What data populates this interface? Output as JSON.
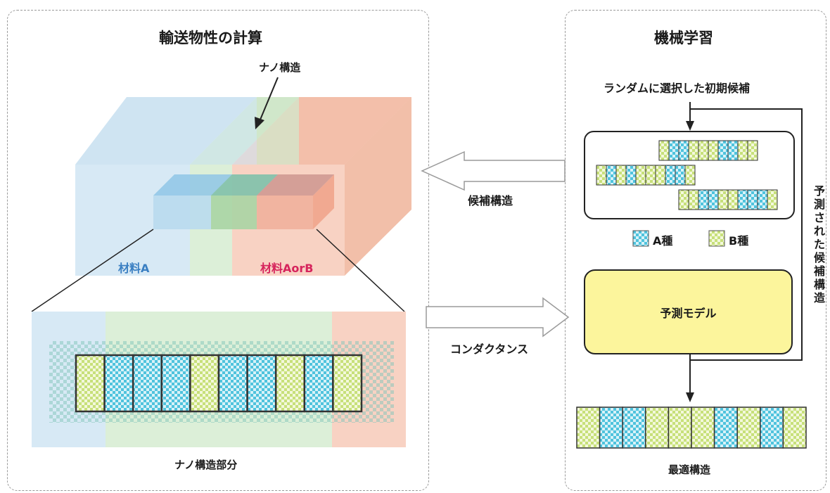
{
  "left": {
    "title": "輸送物性の計算",
    "nano_label": "ナノ構造",
    "material_a": "材料A",
    "material_aorb": "材料AorB",
    "nano_part": "ナノ構造部分"
  },
  "right": {
    "title": "機械学習",
    "random_label": "ランダムに選択した初期候補",
    "legend_a": "A種",
    "legend_b": "B種",
    "model_label": "予測モデル",
    "optimal_label": "最適構造",
    "predicted_label_chars": [
      "予",
      "測",
      "さ",
      "れ",
      "た",
      "候",
      "補",
      "構",
      "造"
    ]
  },
  "middle": {
    "candidate_label": "候補構造",
    "conductance_label": "コンダクタンス"
  },
  "colors": {
    "type_a": "#4fc3dd",
    "type_b": "#c7e07a",
    "material_a_text": "#3a7fc2",
    "material_aorb_text": "#d6245c",
    "model_fill": "#fcf59c"
  },
  "sequences": {
    "candidate_rows": [
      [
        "B",
        "A",
        "A",
        "B",
        "B",
        "B",
        "A",
        "A",
        "B",
        "B"
      ],
      [
        "B",
        "A",
        "B",
        "A",
        "B",
        "B",
        "B",
        "A",
        "A",
        "B"
      ],
      [
        "B",
        "B",
        "A",
        "A",
        "B",
        "B",
        "A",
        "A",
        "A",
        "B"
      ]
    ],
    "nano_sequence": [
      "B",
      "A",
      "A",
      "A",
      "B",
      "A",
      "A",
      "B",
      "A",
      "B"
    ],
    "optimal_sequence": [
      "B",
      "A",
      "A",
      "B",
      "B",
      "B",
      "A",
      "B",
      "A",
      "B"
    ]
  }
}
